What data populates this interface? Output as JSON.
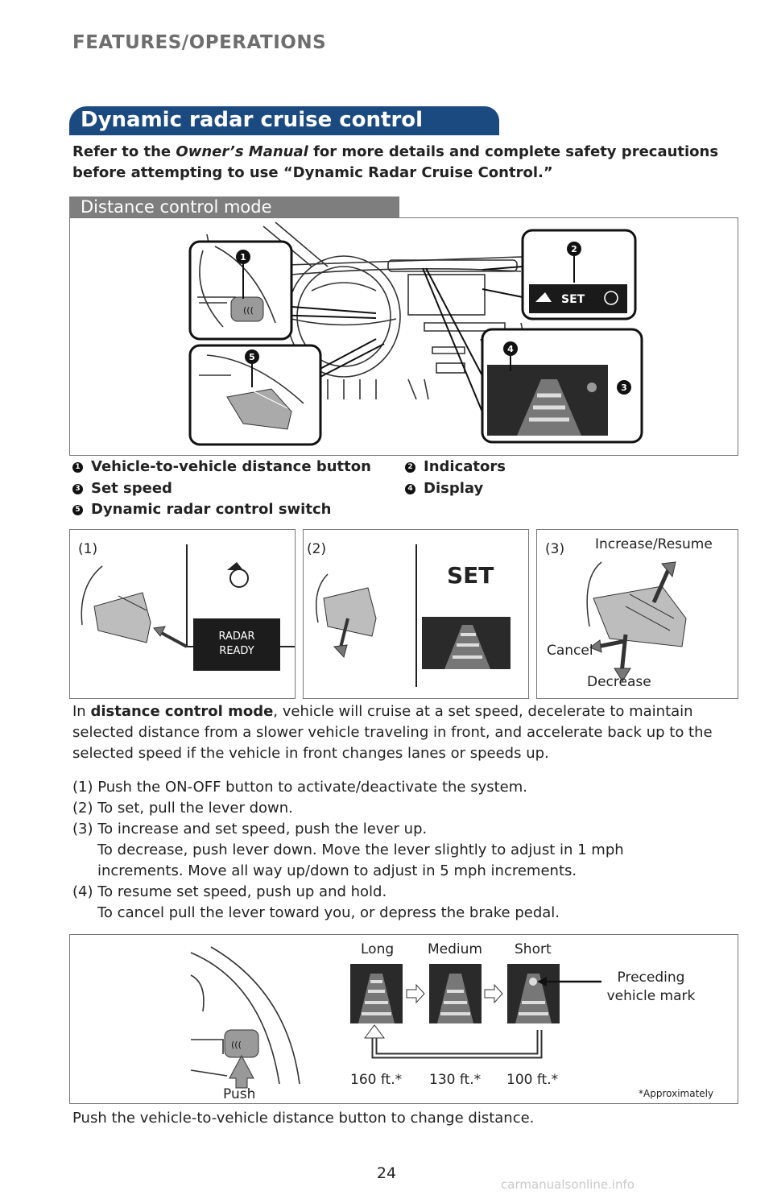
{
  "header": "FEATURES/OPERATIONS",
  "section_title": "Dynamic radar cruise control",
  "intro": {
    "prefix": "Refer to the ",
    "manual": "Owner’s Manual",
    "suffix": " for more details and complete safety precautions before attempting to use “Dynamic Radar Cruise Control.”"
  },
  "subsection": "Distance control mode",
  "figure1": {
    "callouts": [
      "1",
      "2",
      "3",
      "4",
      "5"
    ],
    "set_label": "SET"
  },
  "legend": [
    {
      "num": "1",
      "label": "Vehicle-to-vehicle distance button"
    },
    {
      "num": "2",
      "label": "Indicators"
    },
    {
      "num": "3",
      "label": "Set speed"
    },
    {
      "num": "4",
      "label": "Display"
    },
    {
      "num": "5",
      "label": "Dynamic radar control switch"
    }
  ],
  "panels": {
    "p1": {
      "label": "(1)",
      "display_line1": "RADAR",
      "display_line2": "READY"
    },
    "p2": {
      "label": "(2)",
      "set_text": "SET"
    },
    "p3": {
      "label": "(3)",
      "increase": "Increase/Resume",
      "cancel": "Cancel",
      "decrease": "Decrease"
    }
  },
  "description": {
    "prefix": "In ",
    "bold": "distance control mode",
    "suffix": ", vehicle will cruise at a set speed, decelerate to maintain selected distance from a slower vehicle traveling in front, and accelerate back up to the selected speed if the vehicle in front changes lanes or speeds up."
  },
  "steps": [
    {
      "num": "(1)",
      "text": "Push the ON-OFF button to activate/deactivate the system."
    },
    {
      "num": "(2)",
      "text": "To set, pull the lever down."
    },
    {
      "num": "(3)",
      "text": "To increase and set speed, push the lever up."
    },
    {
      "num": "",
      "text": "To decrease, push lever down. Move the lever slightly to adjust in 1 mph"
    },
    {
      "num": "",
      "text": "increments. Move all way up/down to adjust in 5 mph increments."
    },
    {
      "num": "(4)",
      "text": "To resume set speed, push up and hold."
    },
    {
      "num": "",
      "text": "To cancel pull the lever toward you, or depress the brake pedal."
    }
  ],
  "distance_figure": {
    "levels": [
      "Long",
      "Medium",
      "Short"
    ],
    "distances": [
      "160 ft.*",
      "130 ft.*",
      "100 ft.*"
    ],
    "preceding_line1": "Preceding",
    "preceding_line2": "vehicle mark",
    "push": "Push",
    "approx": "*Approximately"
  },
  "footer_text": "Push the vehicle-to-vehicle distance button to change distance.",
  "page_number": "24",
  "watermark": "carmanualsonline.info"
}
